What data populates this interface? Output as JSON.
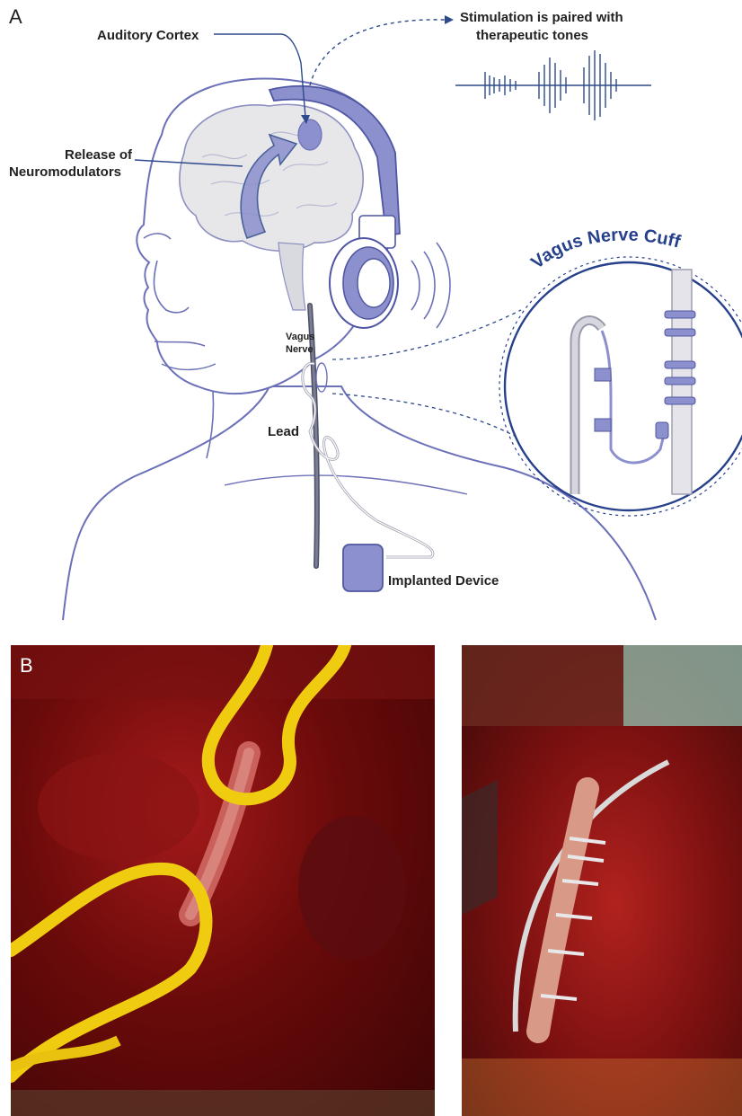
{
  "panel_a": {
    "letter": "A",
    "labels": {
      "auditory_cortex": "Auditory Cortex",
      "stimulation_line1": "Stimulation is paired with",
      "stimulation_line2": "therapeutic tones",
      "release_line1": "Release of",
      "release_line2": "Neuromodulators",
      "vagus_line1": "Vagus",
      "vagus_line2": "Nerve",
      "lead": "Lead",
      "implanted_device": "Implanted Device",
      "cuff_title": "Vagus Nerve Cuff"
    },
    "colors": {
      "line": "#6b70b8",
      "fill_light": "#c9cbe8",
      "fill_mid": "#8c90cc",
      "cuff_title": "#27408b",
      "arrow": "#2d4a8c"
    }
  },
  "panel_b": {
    "letter": "B"
  }
}
